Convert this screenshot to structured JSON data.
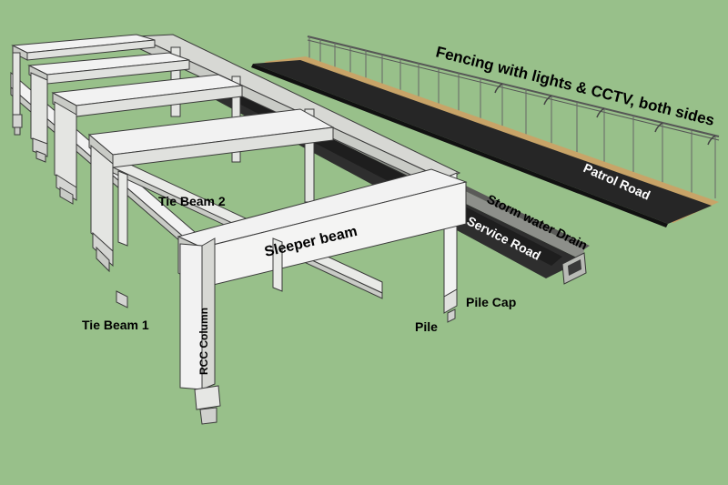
{
  "labels": {
    "fencing": "Fencing with lights & CCTV, both sides",
    "patrol_road": "Patrol Road",
    "storm_drain": "Storm water Drain",
    "service_road": "Service Road",
    "sleeper_beam": "Sleeper beam",
    "tie_beam_2": "Tie Beam 2",
    "tie_beam_1": "Tie Beam 1",
    "rcc_column": "RCC Column",
    "pile_cap": "Pile Cap",
    "pile": "Pile"
  },
  "colors": {
    "background": "#98c08a",
    "concrete": "#f2f2f2",
    "concrete_shade": "#c9cbc6",
    "edge": "#3a3a3a",
    "road": "#262626",
    "sand": "#c8a468"
  }
}
